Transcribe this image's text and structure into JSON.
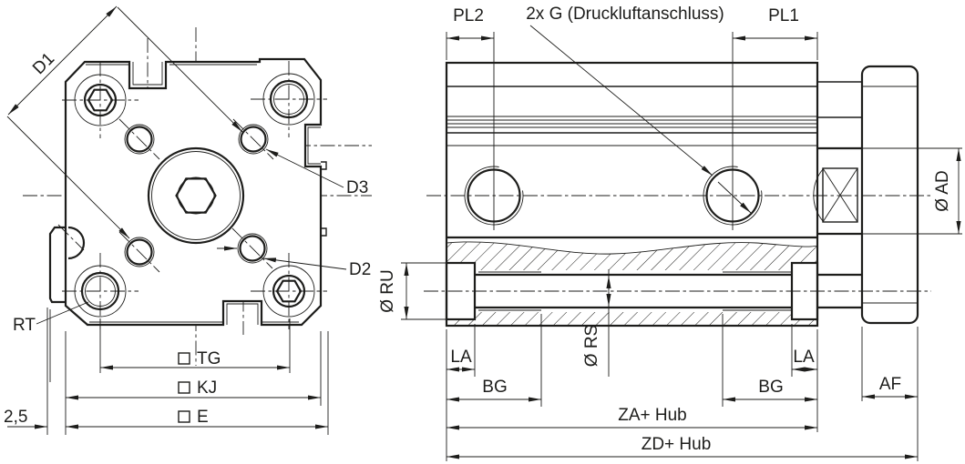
{
  "drawing": {
    "type": "technical-drawing",
    "colors": {
      "line": "#1d1d1b",
      "background": "#ffffff"
    },
    "labels": {
      "d1": "D1",
      "d3": "D3",
      "d2": "D2",
      "rt": "RT",
      "offset": "2,5",
      "tg": "TG",
      "kj": "KJ",
      "e": "E",
      "pl2": "PL2",
      "ports": "2x G (Druckluftanschluss)",
      "pl1": "PL1",
      "ad": "Ø AD",
      "ru": "Ø RU",
      "rs": "Ø RS",
      "la_left": "LA",
      "la_right": "LA",
      "bg_left": "BG",
      "bg_right": "BG",
      "af": "AF",
      "za": "ZA+ Hub",
      "zd": "ZD+ Hub"
    }
  }
}
